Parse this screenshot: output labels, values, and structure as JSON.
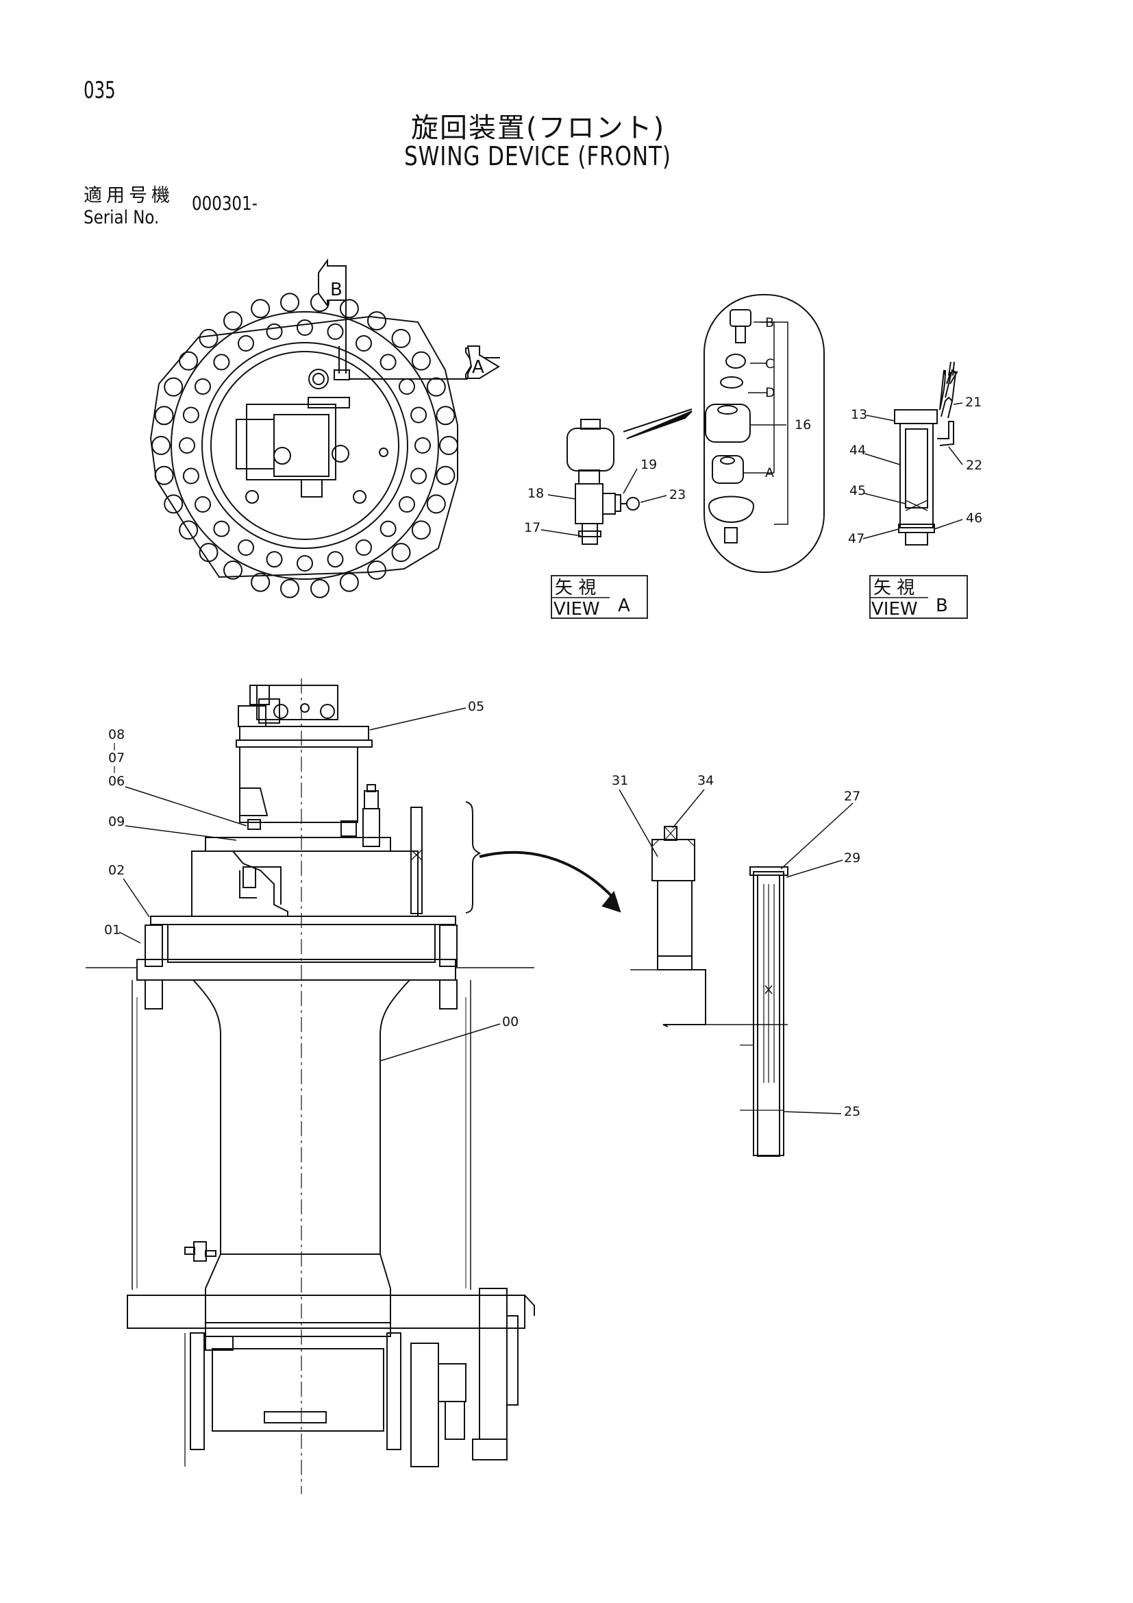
{
  "header": {
    "page_number": "035",
    "title_jp": "旋回装置(フロント)",
    "title_en": "SWING DEVICE (FRONT)",
    "serial_label_jp": "適用号機",
    "serial_label_en": "Serial No.",
    "serial_value": "000301-"
  },
  "views": {
    "view_a": {
      "jp": "矢 視",
      "en": "VIEW",
      "letter": "A"
    },
    "view_b": {
      "jp": "矢 視",
      "en": "VIEW",
      "letter": "B"
    },
    "arrow_a": "A",
    "arrow_b": "B"
  },
  "detail_letters": [
    "B",
    "C",
    "D",
    "A"
  ],
  "part_labels": {
    "p00": "00",
    "p01": "01",
    "p02": "02",
    "p05": "05",
    "p06": "06",
    "p07": "07",
    "p08": "08",
    "p09": "09",
    "p13": "13",
    "p16": "16",
    "p17": "17",
    "p18": "18",
    "p19": "19",
    "p21": "21",
    "p22": "22",
    "p23": "23",
    "p25": "25",
    "p27": "27",
    "p29": "29",
    "p31": "31",
    "p34": "34",
    "p44": "44",
    "p45": "45",
    "p46": "46",
    "p47": "47"
  }
}
